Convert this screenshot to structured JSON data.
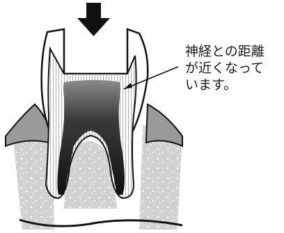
{
  "annotation": {
    "lines": [
      "神経との距離",
      "が近くなって",
      "います。"
    ]
  },
  "colors": {
    "bone": "#d2d2d2",
    "gum": "#9a9a9a",
    "dentin_stroke": "#8a8a8a",
    "pulp_dark": "#1e1e1e",
    "pulp_light": "#8a8a8a",
    "outline": "#111111"
  },
  "icons": [
    "down-arrow-icon"
  ]
}
